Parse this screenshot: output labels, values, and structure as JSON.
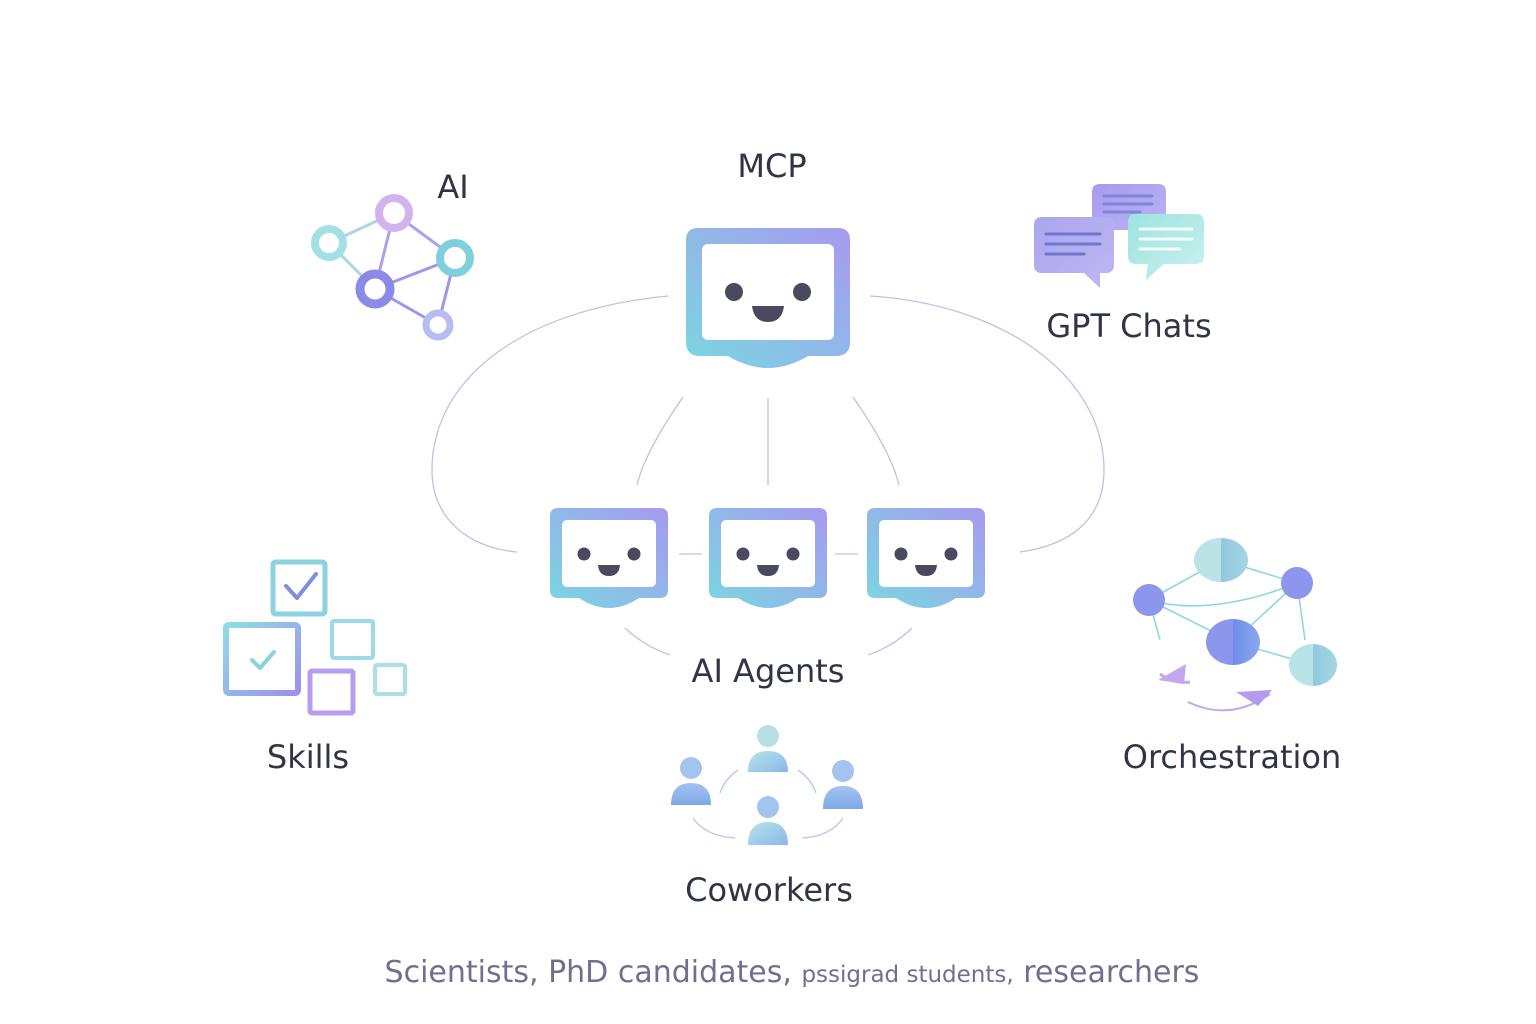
{
  "labels": {
    "mcp": "MCP",
    "ai": "AI",
    "gpt_chats": "GPT Chats",
    "ai_agents": "AI Agents",
    "skills": "Skills",
    "orchestration": "Orchestration",
    "coworkers": "Coworkers"
  },
  "footer": {
    "part1": "Scientists, PhD candidates,",
    "part2": "pssigrad students,",
    "part3": "researchers"
  },
  "icons": {
    "mcp": "robot-face-icon",
    "agents": [
      "robot-face-icon",
      "robot-face-icon",
      "robot-face-icon"
    ],
    "ai": "network-graph-icon",
    "gpt_chats": "chat-bubbles-icon",
    "skills": "checkbox-squares-icon",
    "orchestration": "orchestration-network-icon",
    "coworkers": "people-group-icon"
  },
  "colors": {
    "gradient_start": "#7ad7e0",
    "gradient_end": "#a79af0",
    "face": "#4a4a5e",
    "text": "#2f3446",
    "footer_text": "#6f708f",
    "connector": "#b8b8e0"
  }
}
